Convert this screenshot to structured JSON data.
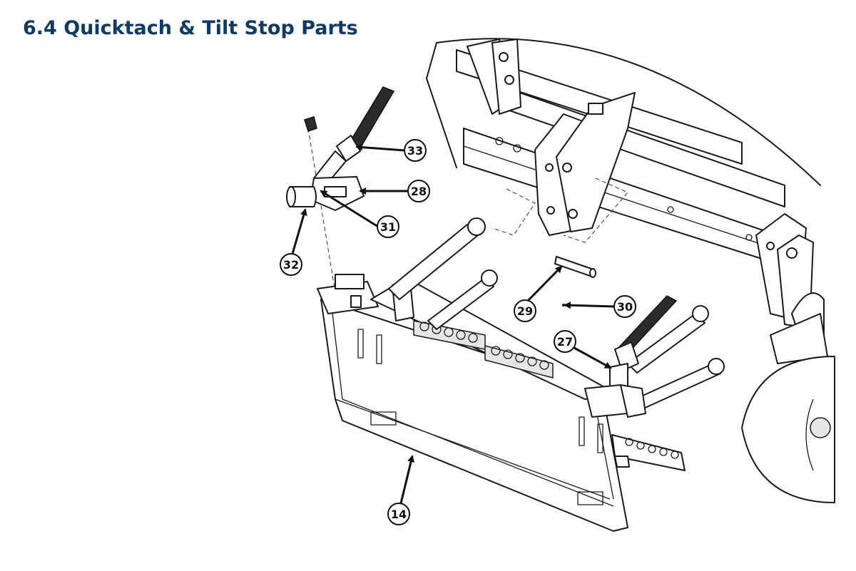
{
  "page": {
    "title": "6.4 Quicktach & Tilt Stop Parts",
    "title_color": "#0e3a66"
  },
  "callouts": [
    {
      "id": "33",
      "label": "33"
    },
    {
      "id": "28",
      "label": "28"
    },
    {
      "id": "31",
      "label": "31"
    },
    {
      "id": "32",
      "label": "32"
    },
    {
      "id": "29",
      "label": "29"
    },
    {
      "id": "30",
      "label": "30"
    },
    {
      "id": "27",
      "label": "27"
    },
    {
      "id": "14",
      "label": "14"
    }
  ]
}
